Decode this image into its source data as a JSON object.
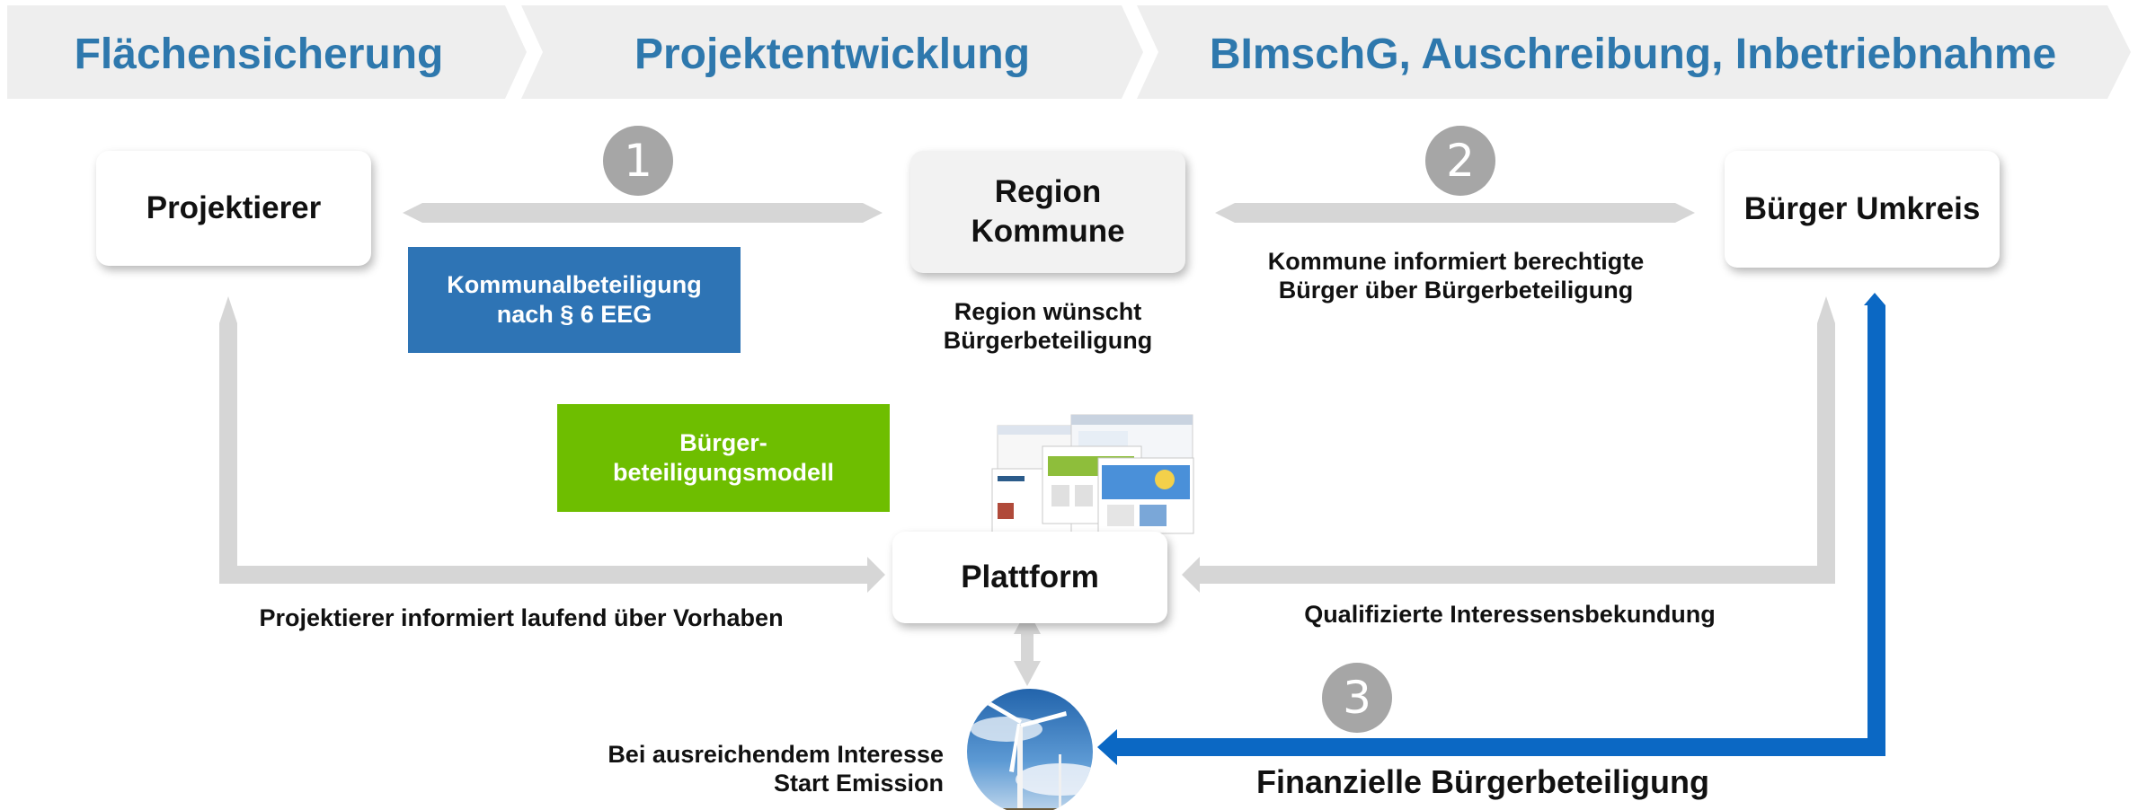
{
  "stages": [
    {
      "label": "Flächensicherung"
    },
    {
      "label": "Projektentwicklung"
    },
    {
      "label": "BImschG, Auschreibung, Inbetriebnahme"
    }
  ],
  "nodes": {
    "projektierer": "Projektierer",
    "region_line1": "Region",
    "region_line2": "Kommune",
    "buerger": "Bürger Umkreis",
    "plattform": "Plattform"
  },
  "badges": [
    "1",
    "2",
    "3"
  ],
  "tags": {
    "kommunal_line1": "Kommunalbeteiligung",
    "kommunal_line2": "nach § 6 EEG",
    "modell_line1": "Bürger-",
    "modell_line2": "beteiligungsmodell"
  },
  "labels": {
    "region_wish_line1": "Region wünscht",
    "region_wish_line2": "Bürgerbeteiligung",
    "kommune_info_line1": "Kommune informiert berechtigte",
    "kommune_info_line2": "Bürger über Bürgerbeteiligung",
    "projektierer_info": "Projektierer informiert laufend über Vorhaben",
    "interest": "Qualifizierte Interessensbekundung",
    "emission_line1": "Bei ausreichendem Interesse",
    "emission_line2": "Start Emission",
    "financial": "Finanzielle Bürgerbeteiligung"
  },
  "colors": {
    "stage_text": "#2e78ad",
    "chevron": "#eeeeee",
    "arrow_grey": "#d6d6d6",
    "arrow_blue": "#0b68c4",
    "kommunal_tag": "#2e74b5",
    "modell_tag": "#6ebe00",
    "badge": "#a6a6a6"
  }
}
